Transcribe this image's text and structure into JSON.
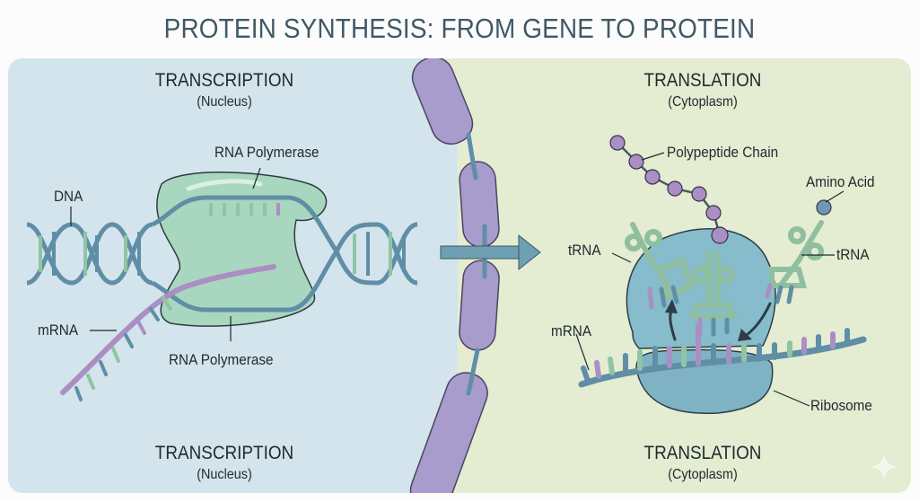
{
  "title": "PROTEIN SYNTHESIS: FROM GENE TO PROTEIN",
  "left_panel": {
    "heading": "TRANSCRIPTION",
    "subheading": "(Nucleus)",
    "footer_heading": "TRANSCRIPTION",
    "footer_subheading": "(Nucleus)",
    "labels": {
      "dna": "DNA",
      "rna_polymerase_top": "RNA Polymerase",
      "rna_polymerase_bottom": "RNA Polymerase",
      "mrna": "mRNA"
    }
  },
  "right_panel": {
    "heading": "TRANSLATION",
    "subheading": "(Cytoplasm)",
    "footer_heading": "TRANSLATION",
    "footer_subheading": "(Cytoplasm)",
    "labels": {
      "polypeptide_chain": "Polypeptide Chain",
      "amino_acid": "Amino Acid",
      "trna_left": "tRNA",
      "trna_right": "tRNA",
      "mrna": "mRNA",
      "ribosome": "Ribosome"
    }
  },
  "colors": {
    "title": "#3f5966",
    "nucleus_bg": "#d3e4ec",
    "cytoplasm_bg": "#e4ecd1",
    "membrane": "#a79ccc",
    "dna_strand": "#5f8ea6",
    "polymerase": "#a9d6bf",
    "mrna": "#a98fc4",
    "ribosome": "#7fb3c4",
    "trna": "#8fbf9f",
    "amino_acid": "#a98fc4",
    "free_amino_acid": "#6f95b8"
  }
}
